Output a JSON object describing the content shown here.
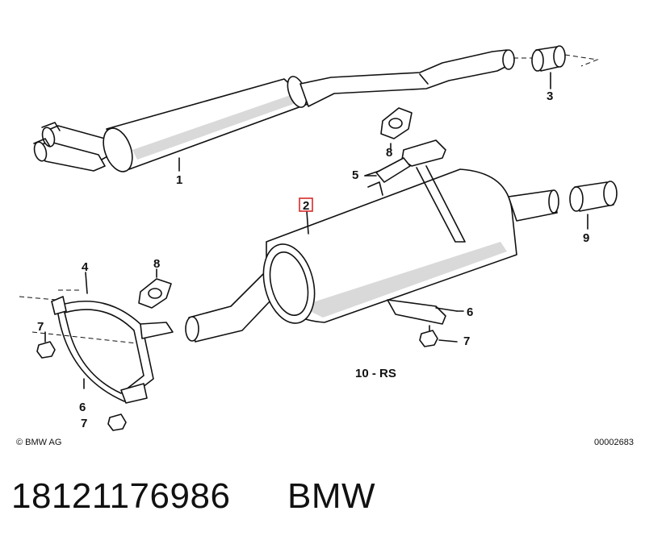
{
  "diagram": {
    "callouts": [
      {
        "id": "part-1",
        "text": "1"
      },
      {
        "id": "part-2",
        "text": "2"
      },
      {
        "id": "part-3",
        "text": "3"
      },
      {
        "id": "part-4",
        "text": "4"
      },
      {
        "id": "part-5",
        "text": "5"
      },
      {
        "id": "part-6a",
        "text": "6"
      },
      {
        "id": "part-6b",
        "text": "6"
      },
      {
        "id": "part-7a",
        "text": "7"
      },
      {
        "id": "part-7b",
        "text": "7"
      },
      {
        "id": "part-7c",
        "text": "7"
      },
      {
        "id": "part-8a",
        "text": "8"
      },
      {
        "id": "part-8b",
        "text": "8"
      },
      {
        "id": "part-9",
        "text": "9"
      }
    ],
    "variant_label": "10 - RS",
    "copyright": "© BMW AG",
    "drawing_number": "00002683",
    "highlight_color": "#d62b2b"
  },
  "footer": {
    "part_number": "18121176986",
    "brand": "BMW"
  }
}
